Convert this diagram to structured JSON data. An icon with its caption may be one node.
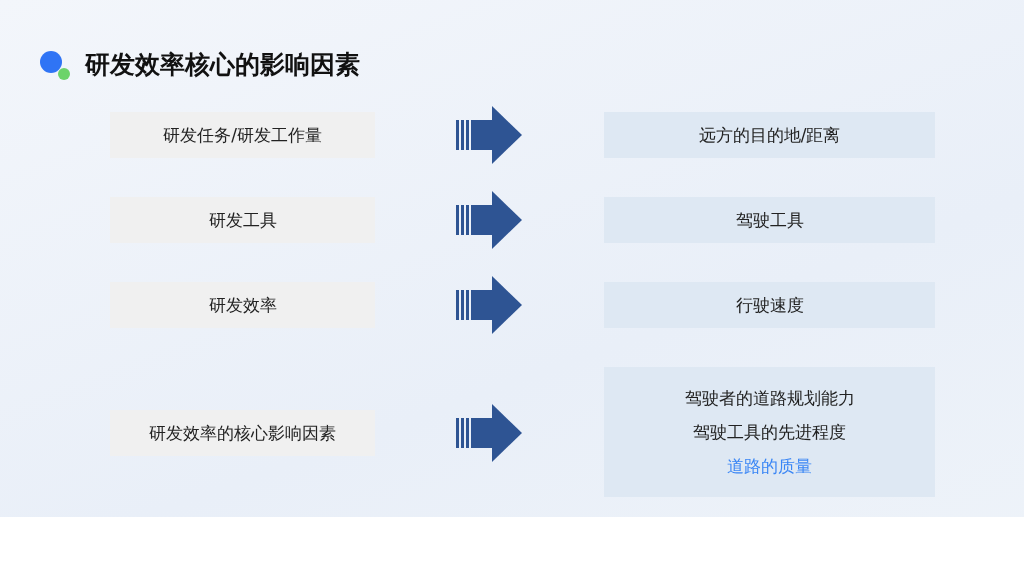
{
  "diagram": {
    "title": "研发效率核心的影响因素",
    "nodes": [
      {
        "text": [
          "研发任务/研发工作量"
        ]
      },
      {
        "text": [
          "研发工具"
        ]
      },
      {
        "text": [
          "研发效率"
        ]
      },
      {
        "text": [
          "研发效率的核心影响因素"
        ]
      },
      {
        "text": [
          "远方的目的地/距离"
        ]
      },
      {
        "text": [
          "驾驶工具"
        ]
      },
      {
        "text": [
          "行驶速度"
        ]
      },
      {
        "text": [
          "驾驶者的道路规划能力",
          "驾驶工具的先进程度",
          "道路的质量"
        ]
      }
    ],
    "edges": [
      {
        "from": 0,
        "to": 4,
        "arrow": "to"
      },
      {
        "from": 1,
        "to": 5,
        "arrow": "to"
      },
      {
        "from": 2,
        "to": 6,
        "arrow": "to"
      },
      {
        "from": 3,
        "to": 7,
        "arrow": "to"
      }
    ]
  }
}
